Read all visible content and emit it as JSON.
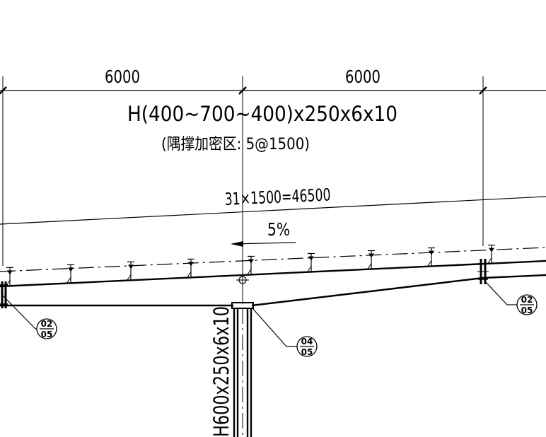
{
  "dimensions": {
    "left_bay": "6000",
    "right_bay": "6000"
  },
  "beam_spec": "H(400~700~400)x250x6x10",
  "brace_note": "(隅撑加密区: 5@1500)",
  "purlin_spacing": "31×1500=46500",
  "slope": "5%",
  "column_spec": "H600x250x6x10",
  "details": [
    {
      "top": "02",
      "bottom": "05"
    },
    {
      "top": "04",
      "bottom": "05"
    },
    {
      "top": "02",
      "bottom": "05"
    }
  ],
  "colors": {
    "line": "#000000",
    "background": "#ffffff"
  }
}
